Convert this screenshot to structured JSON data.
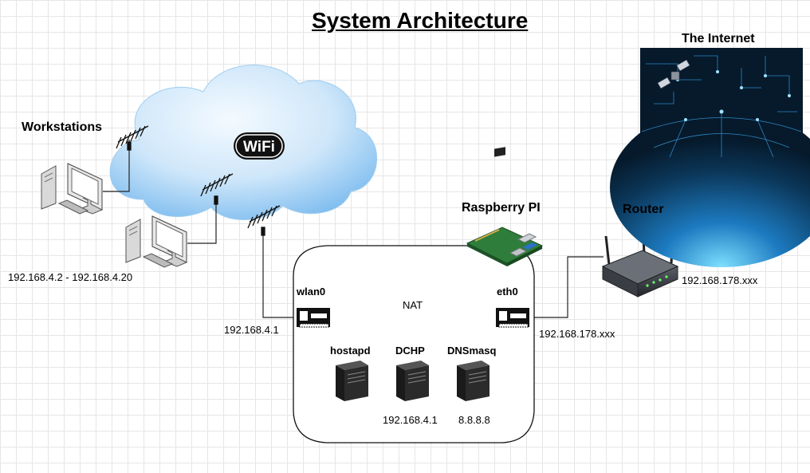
{
  "title": "System Architecture",
  "nodes": {
    "workstations": {
      "label": "Workstations",
      "ip_range": "192.168.4.2 - 192.168.4.20"
    },
    "wifi": {
      "logo_text": "WiFi"
    },
    "internet": {
      "label": "The Internet"
    },
    "raspberry_pi": {
      "label": "Raspberry PI"
    },
    "router": {
      "label": "Router",
      "ip": "192.168.178.xxx"
    },
    "wlan0": {
      "label": "wlan0",
      "ip": "192.168.4.1"
    },
    "eth0": {
      "label": "eth0",
      "ip": "192.168.178.xxx"
    },
    "nat": {
      "label": "NAT"
    },
    "services": [
      {
        "label": "hostapd",
        "ip": ""
      },
      {
        "label": "DCHP",
        "ip": "192.168.4.1"
      },
      {
        "label": "DNSmasq",
        "ip": "8.8.8.8"
      }
    ]
  },
  "colors": {
    "cloud_light": "#e8f4fd",
    "cloud_mid": "#a9d4f5",
    "internet_dark": "#0a2d4a",
    "internet_glow": "#3fb5ff",
    "nic_card": "#1a1a1a",
    "server_body": "#2b2b2b"
  },
  "icons": [
    "antenna-icon",
    "desktop-computer-icon",
    "network-card-icon",
    "server-tower-icon",
    "router-icon",
    "raspberry-pi-board-icon",
    "globe-network-icon"
  ]
}
